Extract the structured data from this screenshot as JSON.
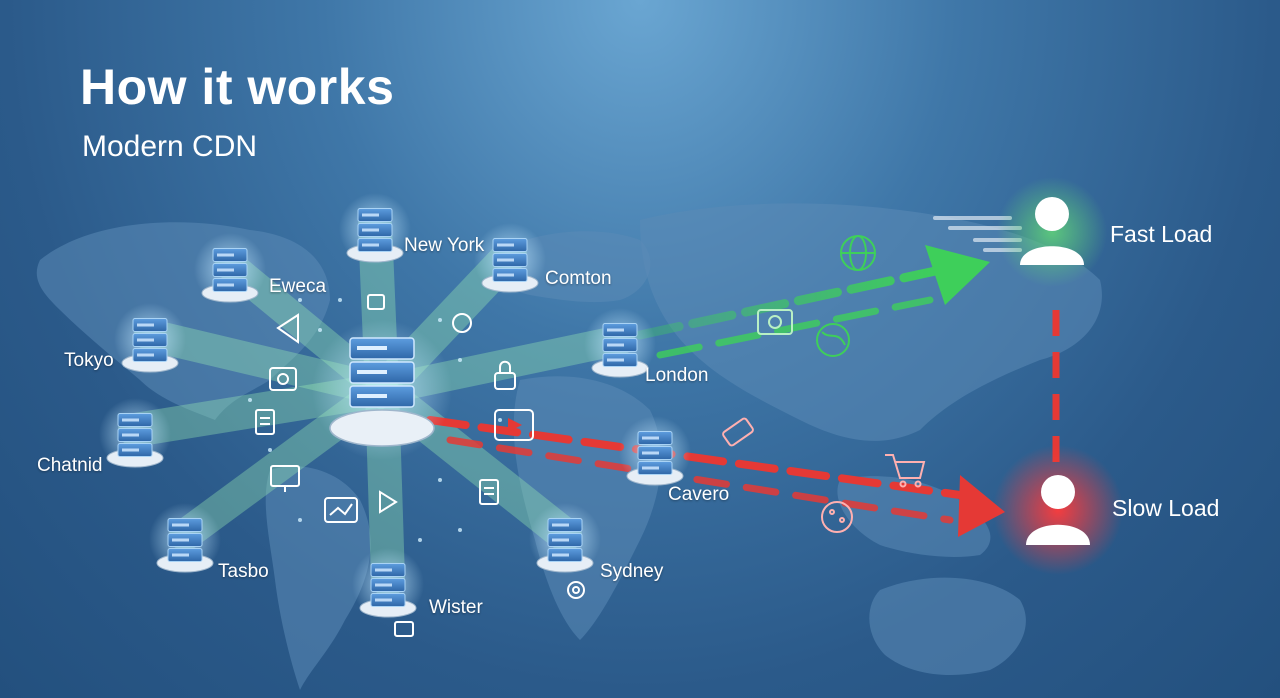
{
  "header": {
    "title": "How it works",
    "subtitle": "Modern CDN"
  },
  "hub": {
    "name": "origin-server"
  },
  "nodes": [
    {
      "id": "new-york",
      "label": "New York"
    },
    {
      "id": "eweca",
      "label": "Eweca"
    },
    {
      "id": "comton",
      "label": "Comton"
    },
    {
      "id": "tokyo",
      "label": "Tokyo"
    },
    {
      "id": "london",
      "label": "London"
    },
    {
      "id": "chatnid",
      "label": "Chatnid"
    },
    {
      "id": "cavero",
      "label": "Cavero"
    },
    {
      "id": "tasbo",
      "label": "Tasbo"
    },
    {
      "id": "sydney",
      "label": "Sydney"
    },
    {
      "id": "wister",
      "label": "Wister"
    }
  ],
  "users": {
    "fast": {
      "label": "Fast Load",
      "color": "#3ecf5a"
    },
    "slow": {
      "label": "Slow Load",
      "color": "#e53935"
    }
  },
  "colors": {
    "beam": "#9ff0b4",
    "fast": "#3ecf5a",
    "slow": "#e53935",
    "server": "#3f7fc4"
  },
  "icons": [
    "globe-icon",
    "shopping-cart-icon",
    "video-play-icon",
    "gear-icon",
    "camera-icon",
    "tag-icon"
  ]
}
